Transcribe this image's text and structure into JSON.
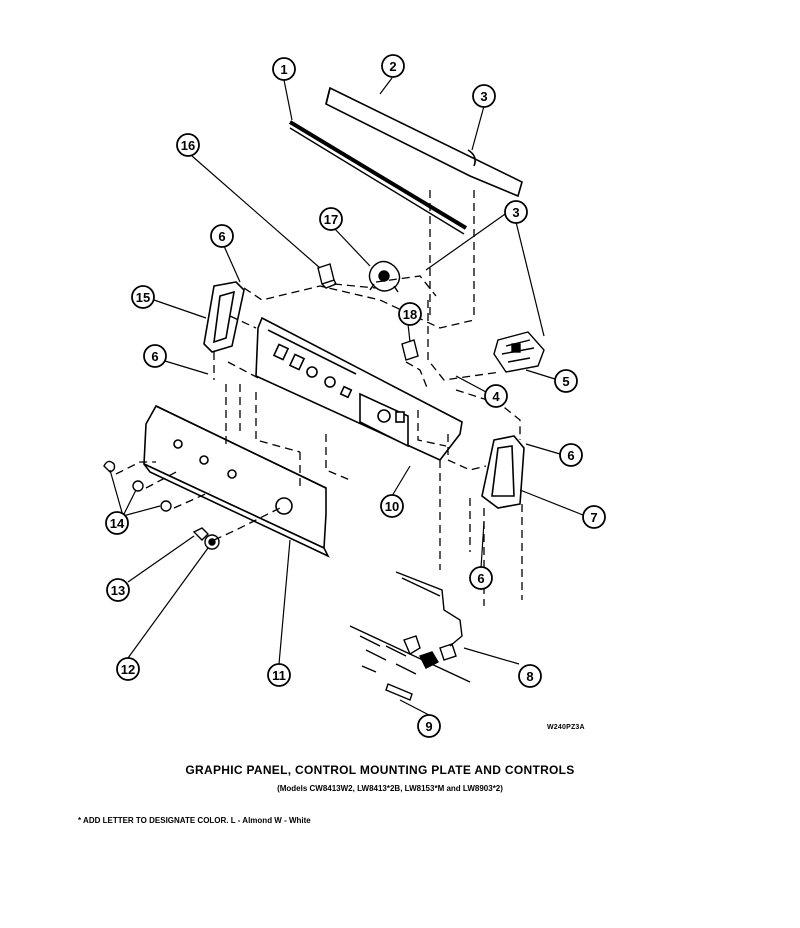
{
  "drawing_code": "W240PZ3A",
  "title": "GRAPHIC PANEL, CONTROL MOUNTING PLATE AND CONTROLS",
  "subtitle": "(Models CW8413W2, LW8413*2B, LW8153*M and LW8903*2)",
  "note": "* ADD LETTER TO DESIGNATE COLOR.  L - Almond  W - White",
  "callouts": [
    "1",
    "2",
    "3",
    "3",
    "16",
    "17",
    "6",
    "15",
    "18",
    "5",
    "6",
    "4",
    "6",
    "7",
    "14",
    "10",
    "13",
    "6",
    "12",
    "11",
    "8",
    "9"
  ],
  "parts": {
    "top_trim": "top-trim-part",
    "gasket_strip": "gasket-strip-part",
    "control_mounting_plate": "control-mounting-plate-part",
    "graphic_panel": "graphic-panel-part",
    "left_end_cap": "left-end-cap-part",
    "right_end_cap": "right-end-cap-part",
    "timer": "timer-part",
    "wiring_harness": "wiring-harness-part"
  }
}
